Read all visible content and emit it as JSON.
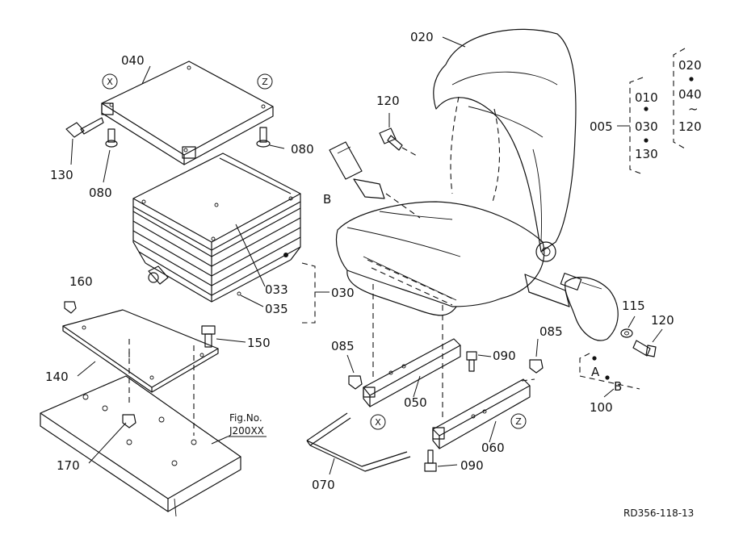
{
  "labels": {
    "p020": "020",
    "p040": "040",
    "p130": "130",
    "p080a": "080",
    "p080b": "080",
    "p120a": "120",
    "p033": "033",
    "p035": "035",
    "p030": "030",
    "p160": "160",
    "p150": "150",
    "p140": "140",
    "p170": "170",
    "p085a": "085",
    "p085b": "085",
    "p090a": "090",
    "p090b": "090",
    "p050": "050",
    "p060": "060",
    "p070": "070",
    "p115": "115",
    "p120b": "120",
    "p100": "100",
    "p005": "005",
    "g010": "010",
    "g030": "030",
    "g130": "130",
    "g020": "020",
    "g040": "040",
    "gtilde": "~",
    "g120": "120"
  },
  "markers": {
    "x1": "X",
    "z1": "Z",
    "x2": "X",
    "z2": "Z",
    "b1": "B",
    "a2": "A",
    "b2": "B"
  },
  "figref": {
    "label": "Fig.No.",
    "number": "J200XX"
  },
  "footer_code": "RD356-118-13"
}
